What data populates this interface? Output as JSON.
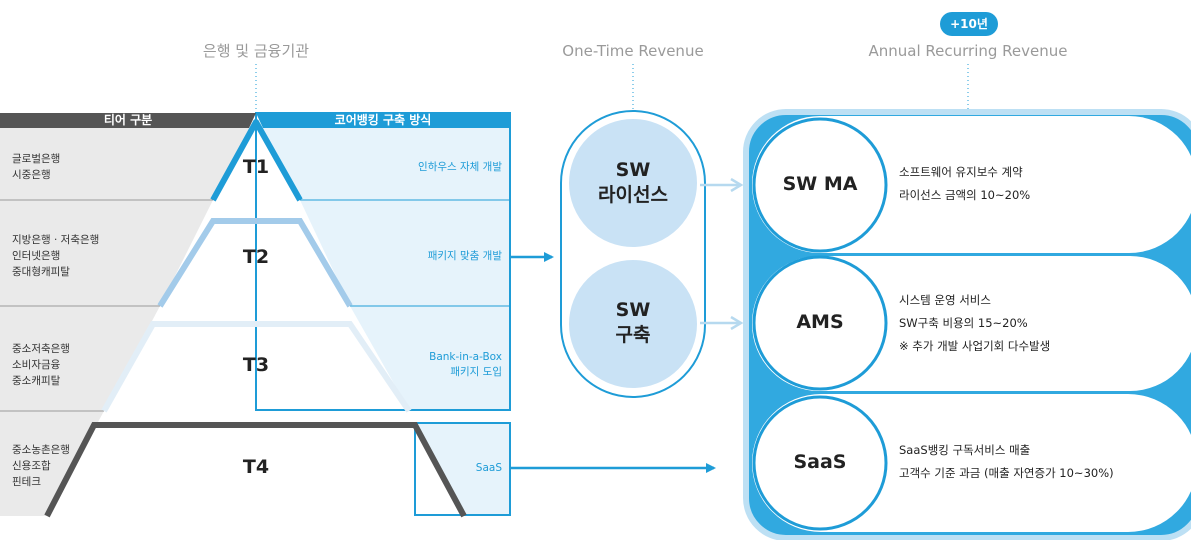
{
  "headers": {
    "institutions": "은행 및 금융기관",
    "one_time": "One-Time Revenue",
    "recurring": "Annual Recurring Revenue",
    "badge": "+10년"
  },
  "table": {
    "tier_header": "티어 구분",
    "method_header": "코어뱅킹 구축 방식",
    "rows": [
      {
        "tier": "T1",
        "segments": [
          "글로벌은행",
          "시중은행"
        ],
        "method": [
          "인하우스 자체 개발"
        ]
      },
      {
        "tier": "T2",
        "segments": [
          "지방은행 · 저축은행",
          "인터넷은행",
          "중대형캐피탈"
        ],
        "method": [
          "패키지 맞춤 개발"
        ]
      },
      {
        "tier": "T3",
        "segments": [
          "중소저축은행",
          "소비자금융",
          "중소캐피탈"
        ],
        "method": [
          "Bank-in-a-Box",
          "패키지 도입"
        ]
      },
      {
        "tier": "T4",
        "segments": [
          "중소농촌은행",
          "신용조합",
          "핀테크"
        ],
        "method": [
          "SaaS"
        ]
      }
    ]
  },
  "one_time_items": [
    {
      "lines": [
        "SW",
        "라이선스"
      ]
    },
    {
      "lines": [
        "SW",
        "구축"
      ]
    }
  ],
  "recurring_items": [
    {
      "title": "SW MA",
      "desc": [
        "소프트웨어 유지보수 계약",
        "라이선스 금액의 10~20%"
      ]
    },
    {
      "title": "AMS",
      "desc": [
        "시스템 운영 서비스",
        "SW구축 비용의 15~20%",
        "※ 추가 개발 사업기회 다수발생"
      ]
    },
    {
      "title": "SaaS",
      "desc": [
        "SaaS뱅킹 구독서비스 매출",
        "고객수 기준 과금 (매출 자연증가 10~30%)"
      ]
    }
  ],
  "colors": {
    "accent": "#1e9cd7",
    "accent_light": "#e6f3fb",
    "gray_panel": "#eaeaea",
    "dark_gray": "#555555",
    "circle_fill": "#c9e2f5"
  }
}
